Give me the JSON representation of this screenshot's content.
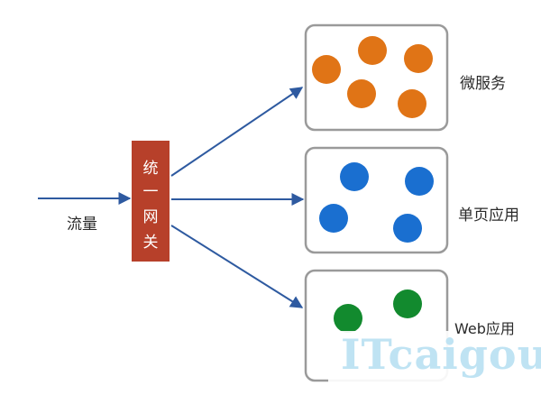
{
  "diagram": {
    "traffic_label": "流量",
    "gateway_chars": [
      "统",
      "一",
      "网",
      "关"
    ],
    "groups": [
      {
        "label": "微服务",
        "color": "#e07416"
      },
      {
        "label": "单页应用",
        "color": "#1a6fd0"
      },
      {
        "label": "Web应用",
        "color": "#128a2e"
      }
    ],
    "colors": {
      "arrow": "#2e5aa0",
      "gateway": "#b7402a",
      "box_border": "#9a9a9a"
    }
  },
  "watermark": {
    "text": "ITcaigou"
  }
}
